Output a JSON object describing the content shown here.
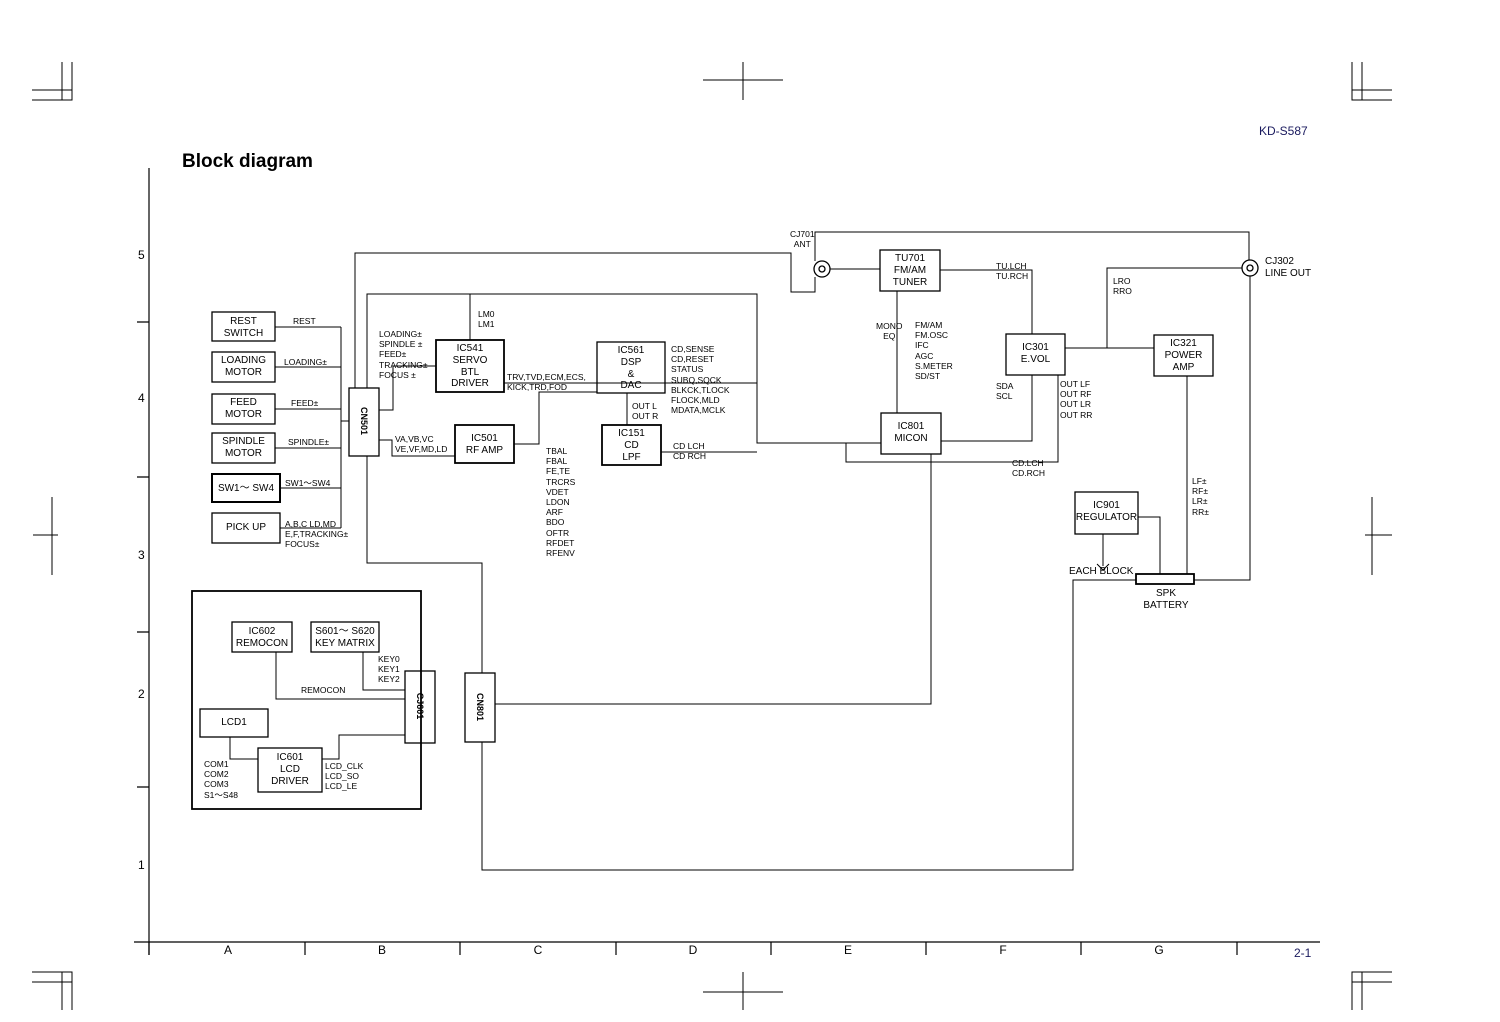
{
  "header": {
    "title": "Block diagram",
    "model": "KD-S587",
    "page": "2-1"
  },
  "grid": {
    "rows": [
      "5",
      "4",
      "3",
      "2",
      "1"
    ],
    "columns": [
      "A",
      "B",
      "C",
      "D",
      "E",
      "F",
      "G"
    ]
  },
  "blocks": {
    "rest_switch": [
      "REST",
      "SWITCH"
    ],
    "loading_motor": [
      "LOADING",
      "MOTOR"
    ],
    "feed_motor": [
      "FEED",
      "MOTOR"
    ],
    "spindle_motor": [
      "SPINDLE",
      "MOTOR"
    ],
    "sw1_sw4": [
      "SW1〜 SW4"
    ],
    "pick_up": [
      "PICK UP"
    ],
    "ic541": [
      "IC541",
      "SERVO",
      "BTL",
      "DRIVER"
    ],
    "ic501": [
      "IC501",
      "RF AMP"
    ],
    "ic561": [
      "IC561",
      "DSP",
      "&",
      "DAC"
    ],
    "ic151": [
      "IC151",
      "CD",
      "LPF"
    ],
    "tu701": [
      "TU701",
      "FM/AM",
      "TUNER"
    ],
    "ic301": [
      "IC301",
      "E.VOL"
    ],
    "ic321": [
      "IC321",
      "POWER",
      "AMP"
    ],
    "ic801": [
      "IC801",
      "MICON"
    ],
    "ic901": [
      "IC901",
      "REGULATOR"
    ],
    "ic602": [
      "IC602",
      "REMOCON"
    ],
    "s601": [
      "S601〜 S620",
      "KEY MATRIX"
    ],
    "lcd1": [
      "LCD1"
    ],
    "ic601": [
      "IC601",
      "LCD",
      "DRIVER"
    ]
  },
  "connectors": {
    "cn501": "CN501",
    "cn801": "CN801",
    "cj601": "CJ601"
  },
  "jacks": {
    "cj701": [
      "CJ701",
      "ANT"
    ],
    "cj302": [
      "CJ302",
      "LINE OUT"
    ],
    "spk": [
      "SPK",
      "BATTERY"
    ]
  },
  "signals": {
    "rest": [
      "REST"
    ],
    "loading": [
      "LOADING±"
    ],
    "feed": [
      "FEED±"
    ],
    "spindle": [
      "SPINDLE±"
    ],
    "sw": [
      "SW1〜SW4"
    ],
    "pickup": [
      "A,B,C LD,MD",
      "E,F,TRACKING±",
      "FOCUS±"
    ],
    "servo_in": [
      "LOADING±",
      "SPINDLE ±",
      "FEED±",
      "TRACKING±",
      "FOCUS ±"
    ],
    "lm": [
      "LM0",
      "LM1"
    ],
    "rfamp_in": [
      "VA,VB,VC",
      "VE,VF,MD,LD"
    ],
    "servo_ctrl": [
      "TRV,TVD,ECM,ECS,",
      "KICK,TRD,FOD"
    ],
    "rf_out": [
      "TBAL",
      "FBAL",
      "FE,TE",
      "TRCRS",
      "VDET",
      "LDON",
      "ARF",
      "BDO",
      "OFTR",
      "RFDET",
      "RFENV"
    ],
    "dsp_ctrl": [
      "CD,SENSE",
      "CD,RESET",
      "STATUS",
      "SUBQ,SQCK",
      "BLKCK,TLOCK",
      "FLOCK,MLD",
      "MDATA,MCLK"
    ],
    "dac_out": [
      "OUT L",
      "OUT R"
    ],
    "cd_out": [
      "CD LCH",
      "CD RCH"
    ],
    "mono": [
      "MONO",
      "EQ"
    ],
    "tuner_ctrl": [
      "FM/AM",
      "FM.OSC",
      "IFC",
      "AGC",
      "S.METER",
      "SD/ST"
    ],
    "tu_out": [
      "TU.LCH",
      "TU.RCH"
    ],
    "lro": [
      "LRO",
      "RRO"
    ],
    "sda": [
      "SDA",
      "SCL"
    ],
    "evol_out": [
      "OUT LF",
      "OUT RF",
      "OUT LR",
      "OUT RR"
    ],
    "cd_in": [
      "CD.LCH",
      "CD.RCH"
    ],
    "spk_lines": [
      "LF±",
      "RF±",
      "LR±",
      "RR±"
    ],
    "each_block": [
      "EACH BLOCK"
    ],
    "keys": [
      "KEY0",
      "KEY1",
      "KEY2"
    ],
    "remocon": [
      "REMOCON"
    ],
    "com": [
      "COM1",
      "COM2",
      "COM3",
      "S1〜S48"
    ],
    "lcd_sig": [
      "LCD_CLK",
      "LCD_SO",
      "LCD_LE"
    ]
  }
}
